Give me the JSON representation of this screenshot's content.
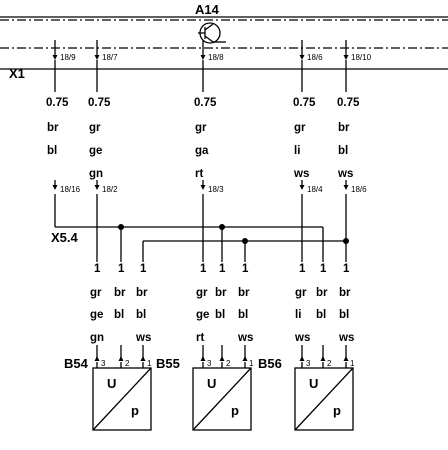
{
  "title": "A14",
  "connector_top": "X1",
  "junction": "X5.4",
  "top_wires": [
    {
      "pin": "18/9",
      "cross_section": "0.75",
      "c1": "br",
      "c2": "bl",
      "c3": "",
      "bottom_pin": "18/16"
    },
    {
      "pin": "18/7",
      "cross_section": "0.75",
      "c1": "gr",
      "c2": "ge",
      "c3": "gn",
      "bottom_pin": "18/2"
    },
    {
      "pin": "18/8",
      "cross_section": "0.75",
      "c1": "gr",
      "c2": "ga",
      "c3": "rt",
      "bottom_pin": "18/3"
    },
    {
      "pin": "18/6",
      "cross_section": "0.75",
      "c1": "gr",
      "c2": "li",
      "c3": "ws",
      "bottom_pin": "18/4"
    },
    {
      "pin": "18/10",
      "cross_section": "0.75",
      "c1": "br",
      "c2": "bl",
      "c3": "ws",
      "bottom_pin": "18/6"
    }
  ],
  "sensors": [
    {
      "id": "B54",
      "box_top": "U",
      "box_bottom": "p",
      "wires": [
        {
          "cs": "1",
          "c1": "gr",
          "c2": "ge",
          "c3": "gn",
          "pin": "3"
        },
        {
          "cs": "1",
          "c1": "br",
          "c2": "bl",
          "c3": "",
          "pin": "2"
        },
        {
          "cs": "1",
          "c1": "br",
          "c2": "bl",
          "c3": "ws",
          "pin": "1"
        }
      ]
    },
    {
      "id": "B55",
      "box_top": "U",
      "box_bottom": "p",
      "wires": [
        {
          "cs": "1",
          "c1": "gr",
          "c2": "ge",
          "c3": "rt",
          "pin": "3"
        },
        {
          "cs": "1",
          "c1": "br",
          "c2": "bl",
          "c3": "",
          "pin": "2"
        },
        {
          "cs": "1",
          "c1": "br",
          "c2": "bl",
          "c3": "ws",
          "pin": "1"
        }
      ]
    },
    {
      "id": "B56",
      "box_top": "U",
      "box_bottom": "p",
      "wires": [
        {
          "cs": "1",
          "c1": "gr",
          "c2": "li",
          "c3": "ws",
          "pin": "3"
        },
        {
          "cs": "1",
          "c1": "br",
          "c2": "bl",
          "c3": "",
          "pin": "2"
        },
        {
          "cs": "1",
          "c1": "br",
          "c2": "bl",
          "c3": "ws",
          "pin": "1"
        }
      ]
    }
  ]
}
